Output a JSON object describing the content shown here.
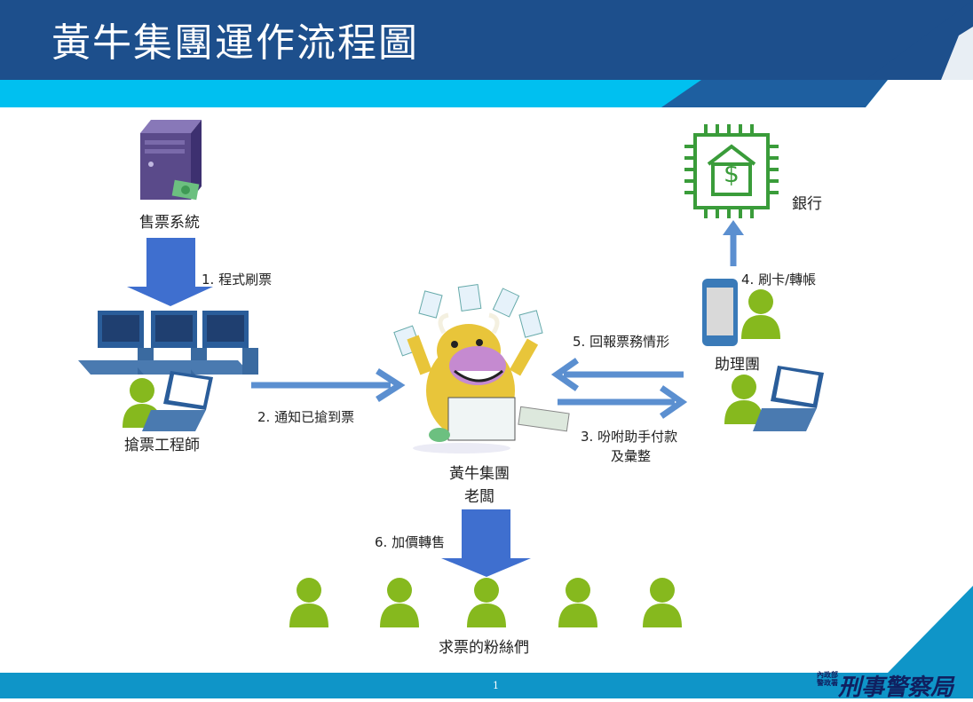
{
  "title": "黃牛集團運作流程圖",
  "nodes": {
    "ticket_system": "售票系統",
    "engineers": "搶票工程師",
    "boss_line1": "黃牛集團",
    "boss_line2": "老闆",
    "assistants": "助理團",
    "bank": "銀行",
    "fans": "求票的粉絲們"
  },
  "steps": {
    "s1": "1. 程式刷票",
    "s2": "2. 通知已搶到票",
    "s3_line1": "3. 吩咐助手付款",
    "s3_line2": "及彙整",
    "s4": "4. 刷卡/轉帳",
    "s5": "5. 回報票務情形",
    "s6": "6. 加價轉售"
  },
  "footer": {
    "page_number": "1",
    "logo_text": "刑事警察局",
    "logo_small": "內政部\n警政署"
  },
  "colors": {
    "header": "#1d4f8c",
    "band": "#00c0f0",
    "footer": "#0f95c8",
    "arrow": "#5b8fd0",
    "block_arrow": "#3f6fcf",
    "person": "#86b91e",
    "bank_green": "#3a9c3a"
  }
}
